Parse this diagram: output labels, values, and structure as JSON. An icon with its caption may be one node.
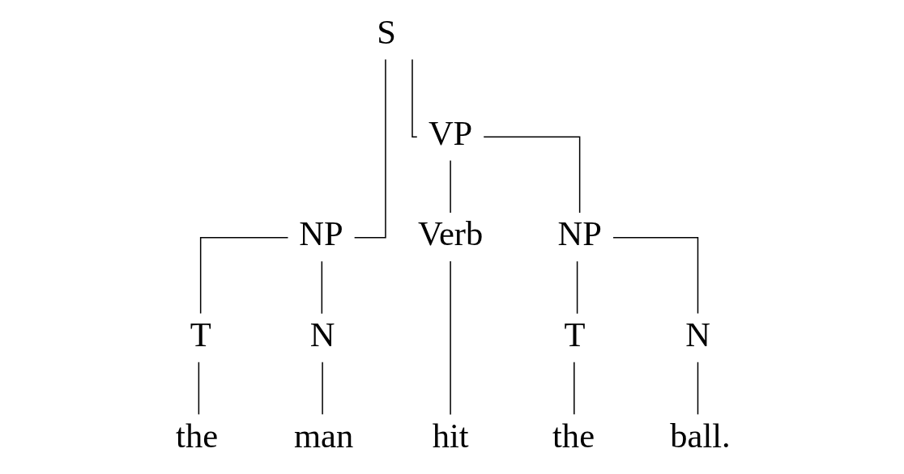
{
  "diagram": {
    "nodes": [
      {
        "text": [
          "S"
        ]
      },
      {
        "text": [
          "NP"
        ]
      },
      {
        "text": [
          "VP"
        ]
      },
      {
        "text": [
          "T"
        ]
      },
      {
        "text": [
          "N"
        ]
      },
      {
        "text": [
          "Verb"
        ]
      },
      {
        "text": [
          "NP"
        ]
      },
      {
        "text": [
          "the"
        ]
      },
      {
        "text": [
          "man"
        ]
      },
      {
        "text": [
          "hit"
        ]
      },
      {
        "text": [
          "T"
        ]
      },
      {
        "text": [
          "N"
        ]
      },
      {
        "text": [
          "the"
        ]
      },
      {
        "text": [
          "ball."
        ]
      }
    ],
    "edges": [
      {
        "from": 0,
        "to": 1,
        "arrow": "none"
      },
      {
        "from": 0,
        "to": 2,
        "arrow": "none"
      },
      {
        "from": 1,
        "to": 3,
        "arrow": "none"
      },
      {
        "from": 1,
        "to": 4,
        "arrow": "none"
      },
      {
        "from": 2,
        "to": 5,
        "arrow": "none"
      },
      {
        "from": 2,
        "to": 6,
        "arrow": "none"
      },
      {
        "from": 3,
        "to": 7,
        "arrow": "none"
      },
      {
        "from": 4,
        "to": 8,
        "arrow": "none"
      },
      {
        "from": 5,
        "to": 9,
        "arrow": "none"
      },
      {
        "from": 6,
        "to": 10,
        "arrow": "none"
      },
      {
        "from": 6,
        "to": 11,
        "arrow": "none"
      },
      {
        "from": 10,
        "to": 12,
        "arrow": "none"
      },
      {
        "from": 11,
        "to": 13,
        "arrow": "none"
      }
    ]
  }
}
